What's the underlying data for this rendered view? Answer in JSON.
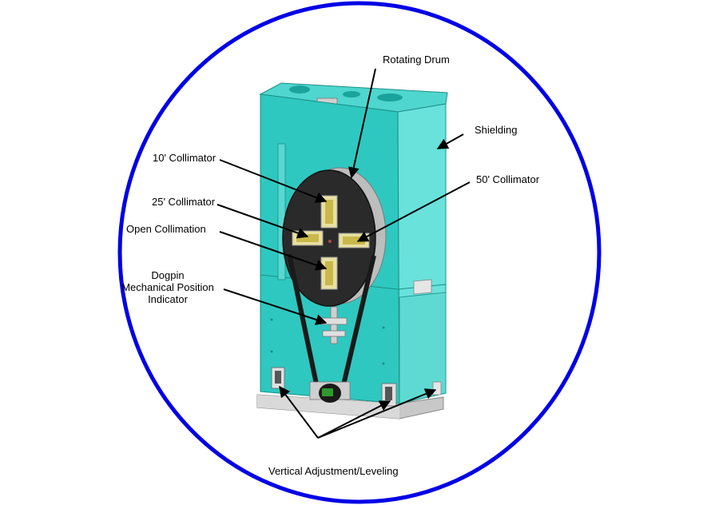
{
  "labels": {
    "rotating_drum": "Rotating Drum",
    "shielding": "Shielding",
    "collimator_10": "10' Collimator",
    "collimator_50": "50' Collimator",
    "collimator_25": "25' Collimator",
    "open_collimation": "Open Collimation",
    "dogpin_line1": "Dogpin",
    "dogpin_line2": "Mechanical Position",
    "dogpin_line3": "Indicator",
    "vertical_adjustment": "Vertical Adjustment/Leveling"
  },
  "colors": {
    "circle_border": "#0000e6",
    "shielding_teal": "#2ec8c0",
    "drum_dark": "#2a2a2a",
    "collimator_yellow": "#d8c85a",
    "base_gray": "#c8c8c8"
  }
}
